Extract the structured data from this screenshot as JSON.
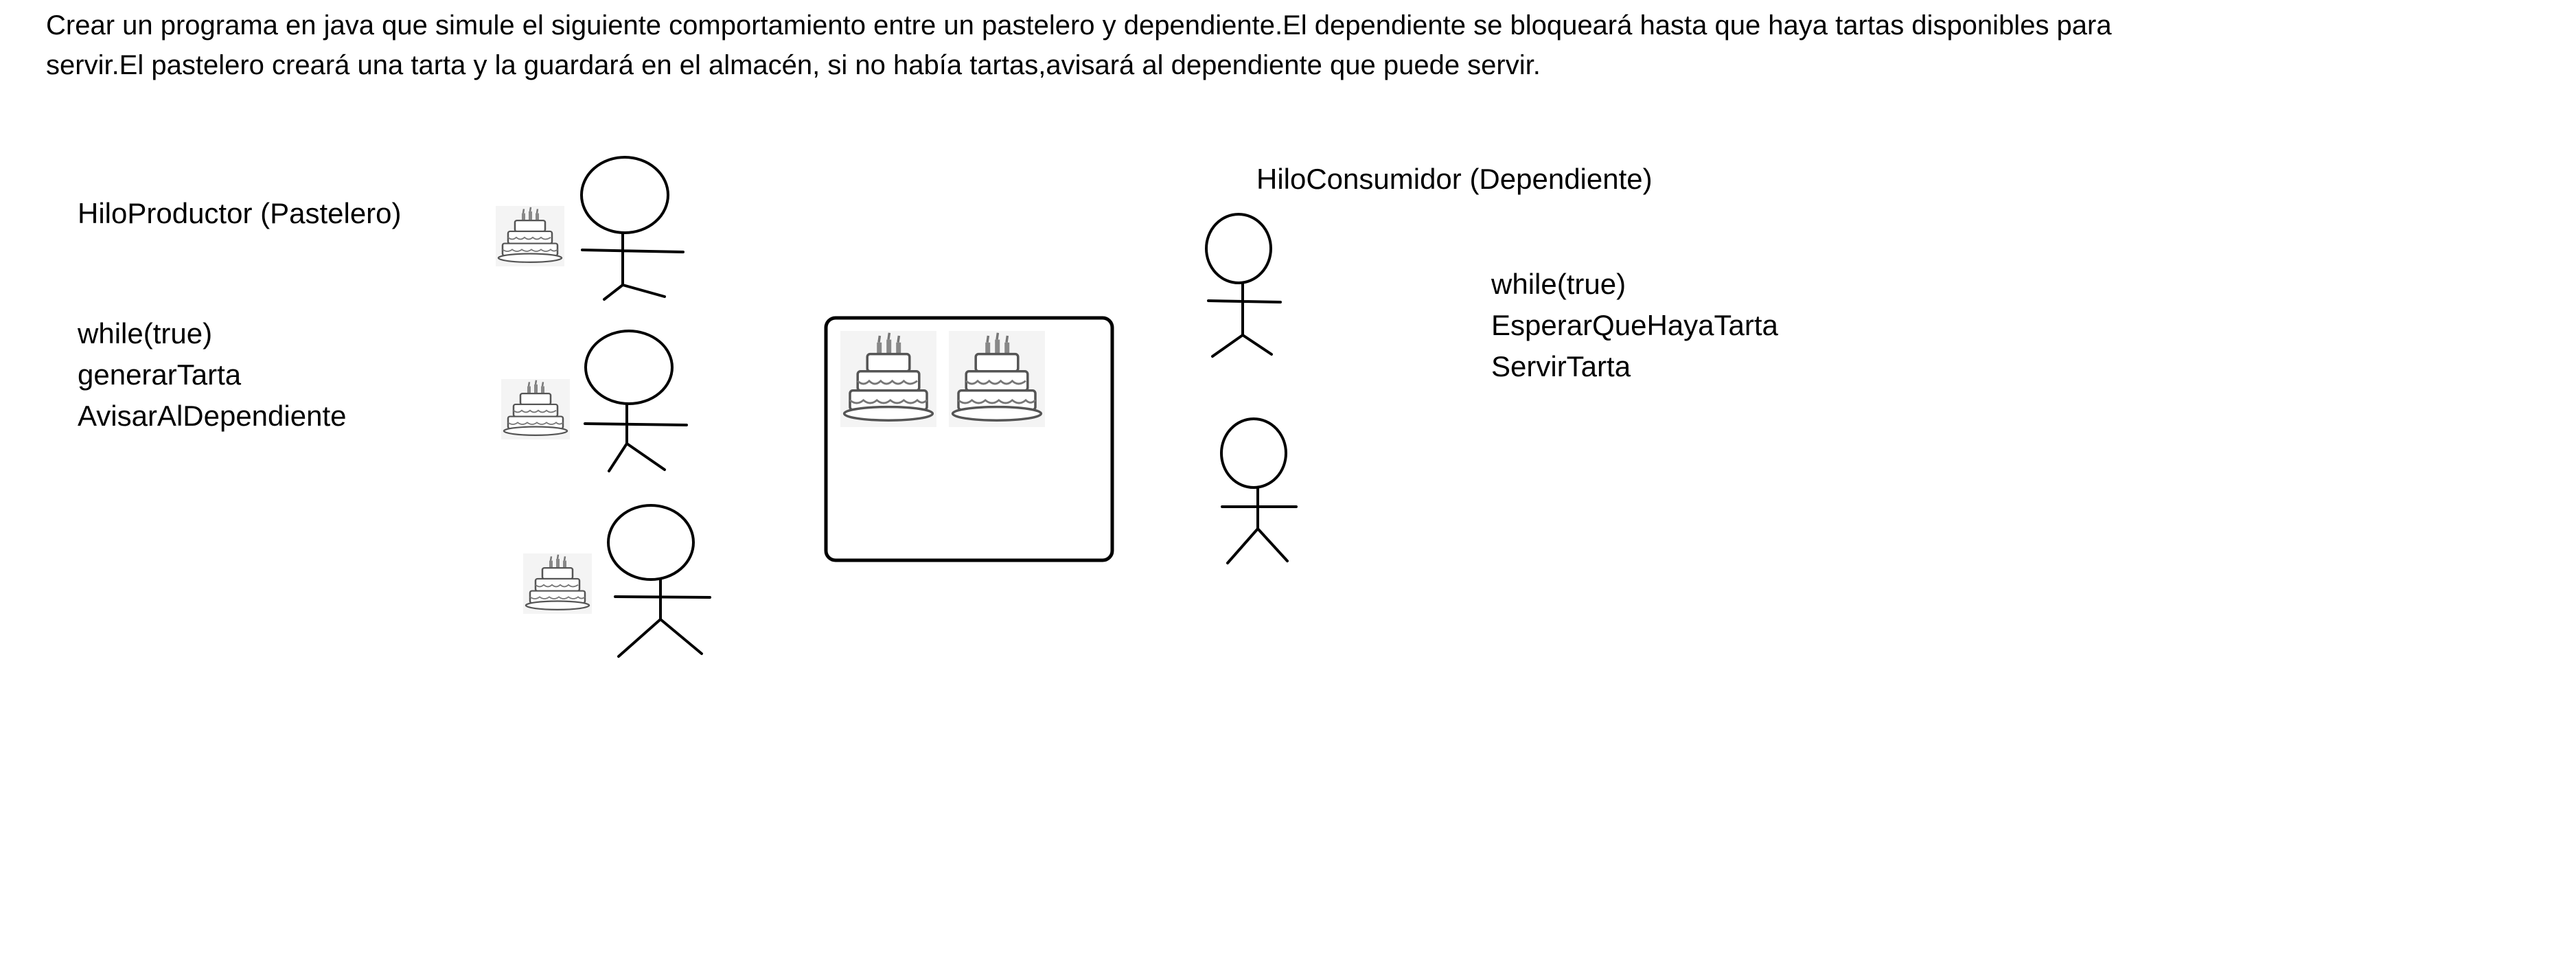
{
  "statement": {
    "line1": "Crear un programa en java que simule el siguiente comportamiento entre un pastelero y dependiente.El dependiente se bloqueará hasta que haya tartas disponibles para",
    "line2": "servir.El pastelero creará una tarta y la guardará en el almacén, si no había tartas,avisará al dependiente que puede servir."
  },
  "producer": {
    "title": "HiloProductor (Pastelero)",
    "code": [
      "while(true)",
      "generarTarta",
      "AvisarAlDependiente"
    ],
    "figures": 3
  },
  "consumer": {
    "title": "HiloConsumidor (Dependiente)",
    "code": [
      "while(true)",
      "EsperarQueHayaTarta",
      "ServirTarta"
    ],
    "figures": 2
  },
  "storage": {
    "cakes": 2
  },
  "colors": {
    "text": "#000000",
    "line": "#000000",
    "cake_stroke": "#555555",
    "cake_bg": "#f4f4f4",
    "background": "#ffffff"
  },
  "icons": [
    "stick-figure-icon",
    "birthday-cake-icon"
  ]
}
